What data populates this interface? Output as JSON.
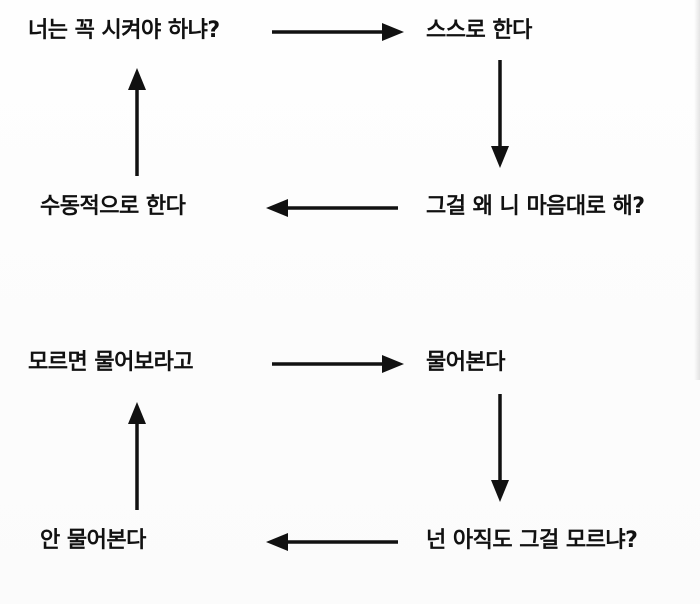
{
  "cycles": [
    {
      "nodes": [
        "너는 꼭 시켜야 하냐?",
        "스스로 한다",
        "그걸 왜 니 마음대로 해?",
        "수동적으로 한다"
      ]
    },
    {
      "nodes": [
        "모르면 물어보라고",
        "물어본다",
        "넌 아직도 그걸 모르냐?",
        "안 물어본다"
      ]
    }
  ],
  "colors": {
    "text": "#111111",
    "arrow": "#111111",
    "background": "#fdfdfd"
  }
}
